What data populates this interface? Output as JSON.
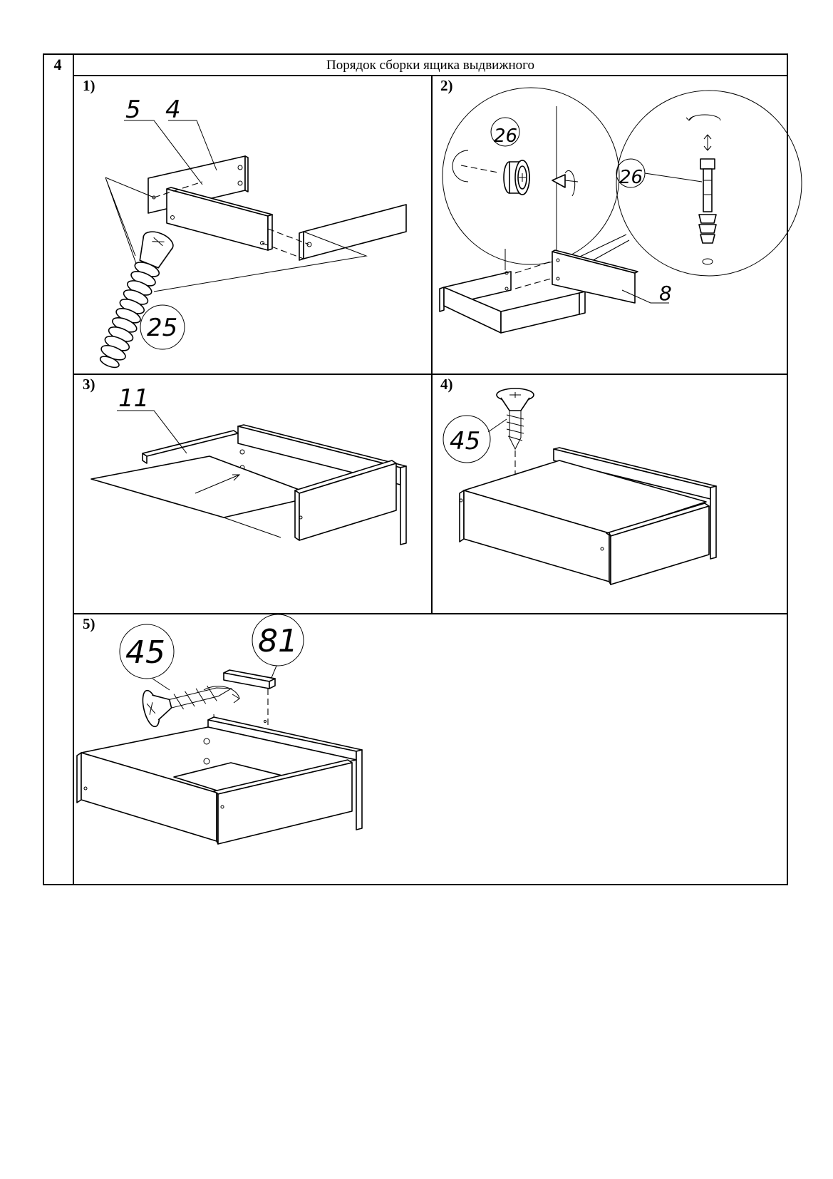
{
  "section": {
    "number": "4",
    "title": "Порядок сборки ящика выдвижного"
  },
  "steps": [
    {
      "label": "1)",
      "callouts": [
        "5",
        "4",
        "25"
      ]
    },
    {
      "label": "2)",
      "callouts": [
        "26",
        "26",
        "8"
      ]
    },
    {
      "label": "3)",
      "callouts": [
        "11"
      ]
    },
    {
      "label": "4)",
      "callouts": [
        "45"
      ]
    },
    {
      "label": "5)",
      "callouts": [
        "45",
        "81"
      ]
    }
  ]
}
